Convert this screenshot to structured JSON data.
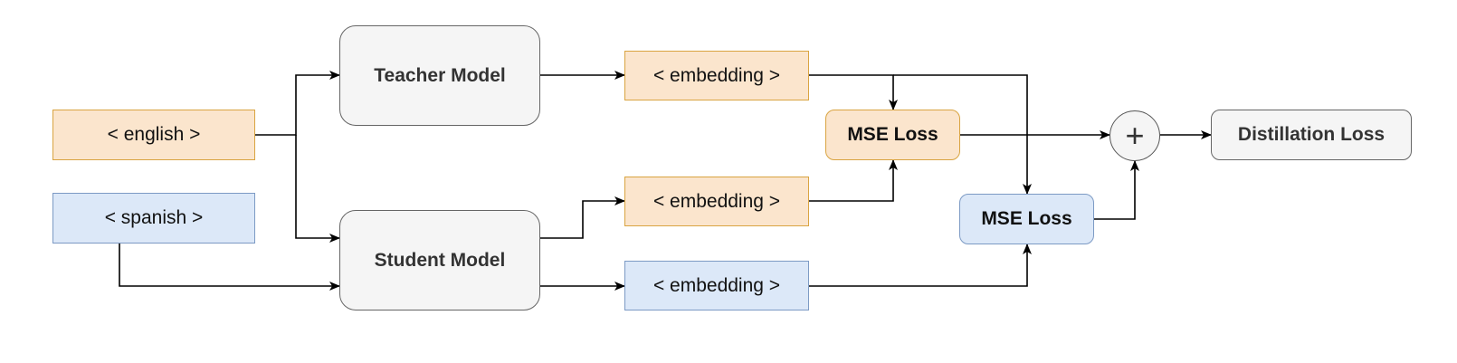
{
  "nodes": {
    "english": {
      "label": "< english >"
    },
    "spanish": {
      "label": "< spanish >"
    },
    "teacher": {
      "label": "Teacher Model"
    },
    "student": {
      "label": "Student Model"
    },
    "emb_teacher": {
      "label": "< embedding >"
    },
    "emb_student_en": {
      "label": "< embedding >"
    },
    "emb_student_es": {
      "label": "< embedding >"
    },
    "mse_english": {
      "label": "MSE Loss"
    },
    "mse_spanish": {
      "label": "MSE Loss"
    },
    "sum": {
      "label": "+"
    },
    "distillation": {
      "label": "Distillation Loss"
    }
  },
  "edges": [
    {
      "from": "english",
      "to": "teacher"
    },
    {
      "from": "english",
      "to": "student"
    },
    {
      "from": "spanish",
      "to": "student"
    },
    {
      "from": "teacher",
      "to": "emb_teacher"
    },
    {
      "from": "student",
      "to": "emb_student_en"
    },
    {
      "from": "student",
      "to": "emb_student_es"
    },
    {
      "from": "emb_teacher",
      "to": "mse_english"
    },
    {
      "from": "emb_student_en",
      "to": "mse_english"
    },
    {
      "from": "emb_teacher",
      "to": "mse_spanish"
    },
    {
      "from": "emb_student_es",
      "to": "mse_spanish"
    },
    {
      "from": "mse_english",
      "to": "sum"
    },
    {
      "from": "mse_spanish",
      "to": "sum"
    },
    {
      "from": "sum",
      "to": "distillation"
    }
  ],
  "colors": {
    "english_fill": "#fbe5cd",
    "english_stroke": "#d9a441",
    "spanish_fill": "#dce8f8",
    "spanish_stroke": "#7c9ac4",
    "neutral_fill": "#f5f5f5",
    "neutral_stroke": "#666666",
    "edge": "#000000"
  },
  "icons": {
    "sum": "plus-circle-icon"
  }
}
